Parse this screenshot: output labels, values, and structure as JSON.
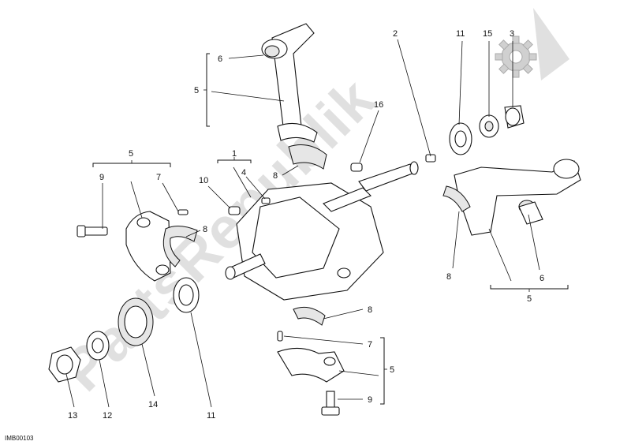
{
  "watermark": "PartsRepublik",
  "image_code": "IMB00103",
  "callouts": {
    "c1": "1",
    "c2": "2",
    "c3": "3",
    "c4": "4",
    "c5_top": "5",
    "c5_left": "5",
    "c5_right": "5",
    "c5_bottom": "5",
    "c6_top": "6",
    "c6_right": "6",
    "c7_left": "7",
    "c7_bottom": "7",
    "c8_top": "8",
    "c8_left": "8",
    "c8_right": "8",
    "c8_bottom": "8",
    "c9_left": "9",
    "c9_bottom": "9",
    "c10": "10",
    "c11_top": "11",
    "c11_bottom": "11",
    "c12": "12",
    "c13": "13",
    "c14": "14",
    "c15": "15",
    "c16": "16"
  },
  "colors": {
    "line": "#111111",
    "watermark": "#c8c8c8",
    "shade": "#e6e6e6"
  },
  "icons": {
    "gear": "gear-icon"
  }
}
